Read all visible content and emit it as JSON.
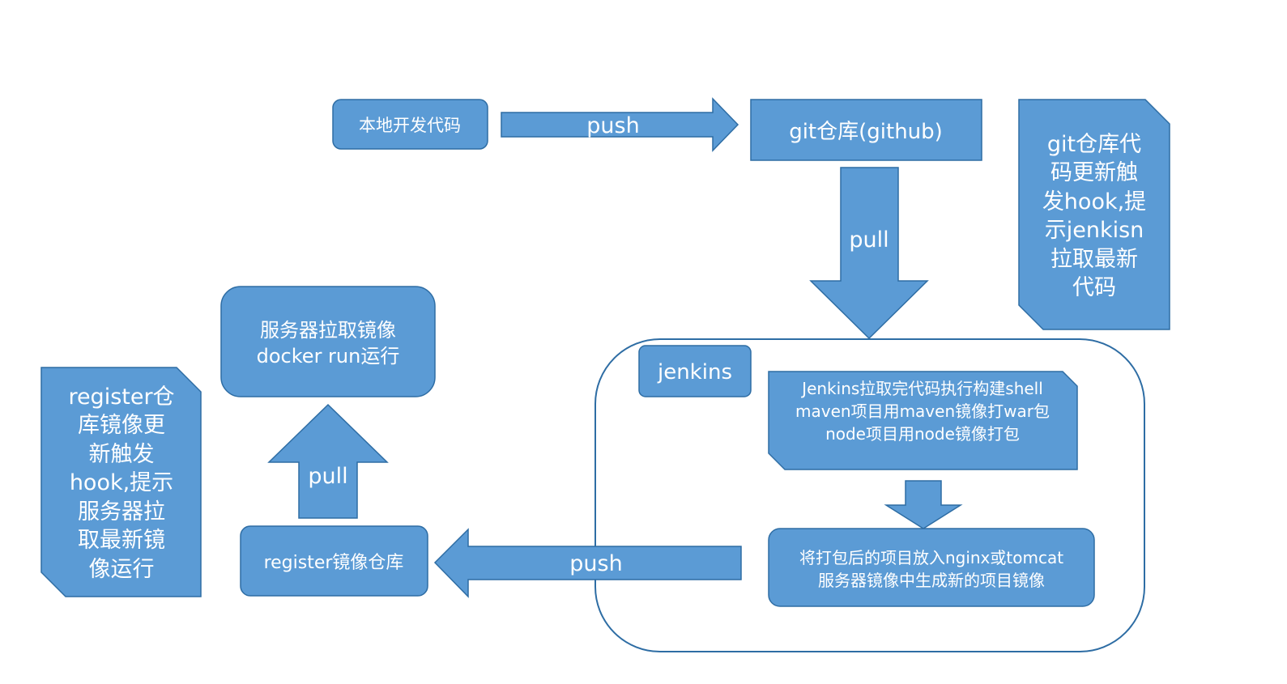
{
  "colors": {
    "fill": "#5b9bd5",
    "stroke": "#2e6da4",
    "text": "#ffffff",
    "container_stroke": "#2e6da4",
    "background": "#ffffff"
  },
  "nodes": {
    "local_dev": {
      "label": "本地开发代码"
    },
    "git_repo": {
      "label": "git仓库(github)"
    },
    "jenkins": {
      "label": "jenkins"
    },
    "jenkins_build": {
      "lines": [
        "Jenkins拉取完代码执行构建shell",
        "maven项目用maven镜像打war包",
        "node项目用node镜像打包"
      ]
    },
    "package_image": {
      "lines": [
        "将打包后的项目放入nginx或tomcat",
        "服务器镜像中生成新的项目镜像"
      ]
    },
    "register_repo": {
      "label": "register镜像仓库"
    },
    "server_pull": {
      "lines": [
        "服务器拉取镜像",
        "docker run运行"
      ]
    }
  },
  "notes": {
    "git_hook": {
      "lines": [
        "git仓库代",
        "码更新触",
        "发hook,提",
        "示jenkisn",
        "拉取最新",
        "代码"
      ]
    },
    "register_hook": {
      "lines": [
        "register仓",
        "库镜像更",
        "新触发",
        "hook,提示",
        "服务器拉",
        "取最新镜",
        "像运行"
      ]
    }
  },
  "edges": {
    "push_to_git": {
      "label": "push"
    },
    "pull_from_git": {
      "label": "pull"
    },
    "build_to_package": {
      "label": ""
    },
    "push_to_register": {
      "label": "push"
    },
    "pull_to_server": {
      "label": "pull"
    }
  }
}
